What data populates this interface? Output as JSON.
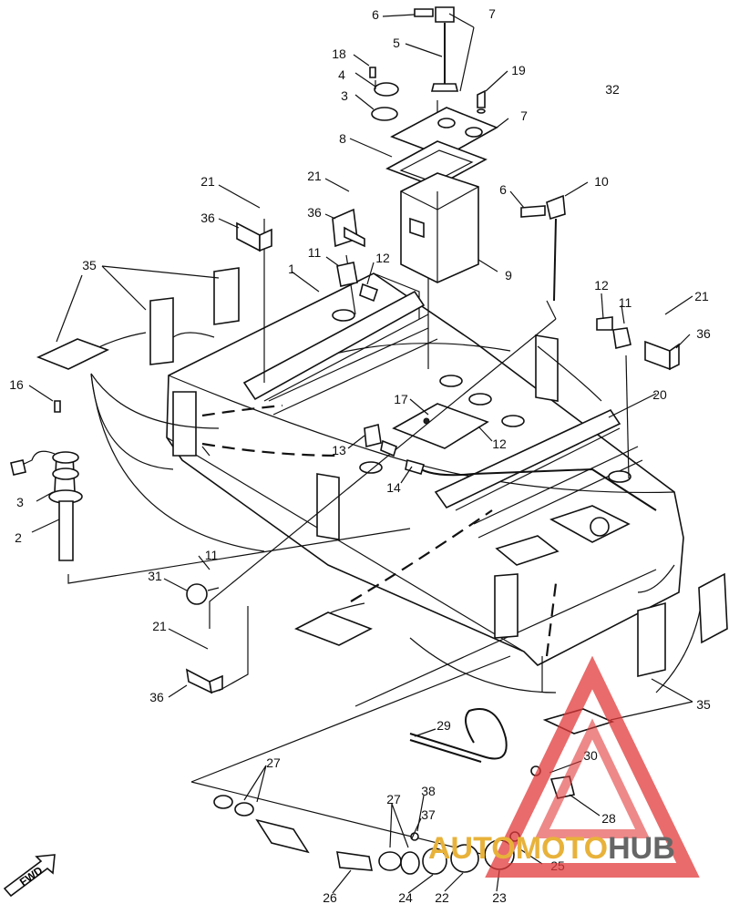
{
  "callouts": [
    "1",
    "2",
    "3",
    "3",
    "4",
    "5",
    "6",
    "6",
    "7",
    "7",
    "8",
    "9",
    "10",
    "11",
    "11",
    "11",
    "12",
    "12",
    "12",
    "13",
    "14",
    "16",
    "17",
    "18",
    "19",
    "20",
    "21",
    "21",
    "21",
    "21",
    "22",
    "23",
    "24",
    "25",
    "26",
    "27",
    "27",
    "28",
    "29",
    "30",
    "31",
    "32",
    "35",
    "35",
    "36",
    "36",
    "36",
    "36",
    "37",
    "38"
  ],
  "watermark": {
    "part1": "AUTO",
    "part2": "MOTO",
    "part3": "HUB",
    "color_red": "#e23a3a",
    "color_gold": "#e8b23a",
    "color_gray": "#666666"
  },
  "fwd_label": "FWD"
}
